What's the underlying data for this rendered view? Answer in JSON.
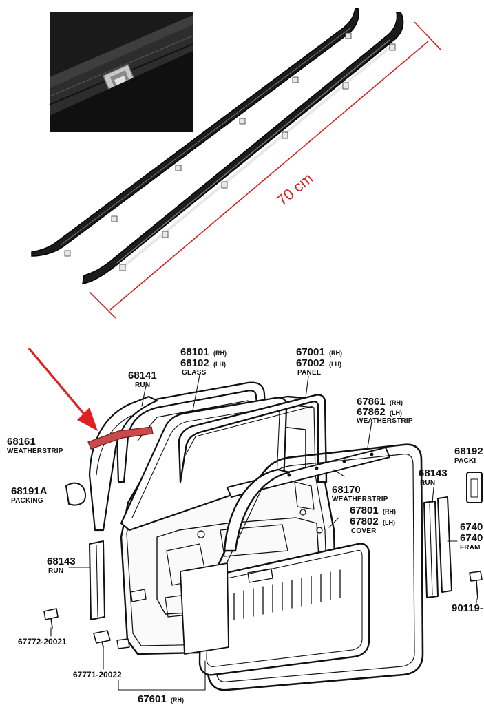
{
  "photo": {
    "dimension_label": "70 cm",
    "dimension_color": "#d62020"
  },
  "diagram": {
    "arrow_color": "#e02020",
    "labels": {
      "p68141": {
        "num": "68141",
        "word": "RUN"
      },
      "p68101": {
        "num": "68101",
        "suf": "(RH)",
        "num2": "68102",
        "suf2": "(LH)",
        "word": "GLASS"
      },
      "p67001": {
        "num": "67001",
        "suf": "(RH)",
        "num2": "67002",
        "suf2": "(LH)",
        "word": "PANEL"
      },
      "p67861": {
        "num": "67861",
        "suf": "(RH)",
        "num2": "67862",
        "suf2": "(LH)",
        "word": "WEATHERSTRIP"
      },
      "p68161": {
        "num": "68161",
        "word": "WEATHERSTRIP"
      },
      "p68192": {
        "num": "68192",
        "word": "PACKI"
      },
      "p68191A": {
        "num": "68191A",
        "word": "PACKING"
      },
      "p68143a": {
        "num": "68143",
        "word": "RUN"
      },
      "p68170": {
        "num": "68170",
        "word": "WEATHERSTRIP"
      },
      "p67801": {
        "num": "67801",
        "suf": "(RH)",
        "num2": "67802",
        "suf2": "(LH)",
        "word": "COVER"
      },
      "p6740": {
        "num": "6740",
        "num2": "6740",
        "word": "FRAM"
      },
      "p68143b": {
        "num": "68143",
        "word": "RUN"
      },
      "p90119": {
        "num": "90119-"
      },
      "p67772": {
        "num": "67772-20021"
      },
      "p67771": {
        "num": "67771-20022"
      },
      "p67601": {
        "num": "67601",
        "suf": "(RH)"
      }
    }
  }
}
